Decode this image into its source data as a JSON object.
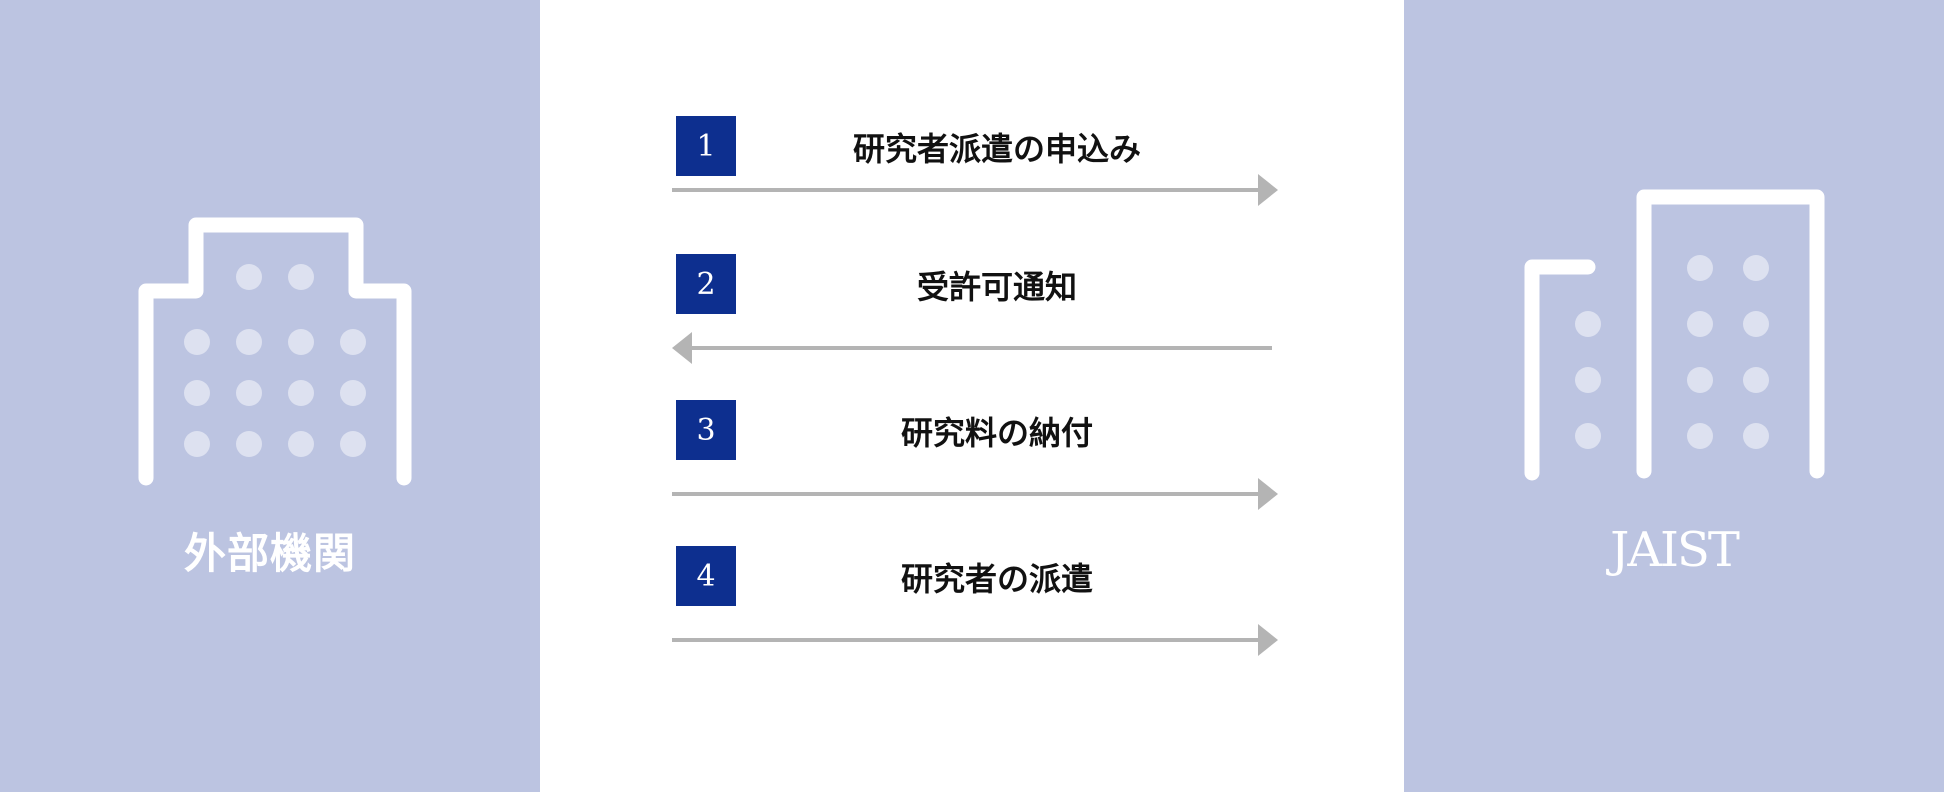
{
  "left": {
    "label": "外部機関",
    "icon": "office-building-icon"
  },
  "right": {
    "logo_text": "JAIST",
    "icon": "twin-buildings-icon"
  },
  "steps": [
    {
      "number": "1",
      "title": "研究者派遣の申込み",
      "direction": "right"
    },
    {
      "number": "2",
      "title": "受許可通知",
      "direction": "left"
    },
    {
      "number": "3",
      "title": "研究料の納付",
      "direction": "right"
    },
    {
      "number": "4",
      "title": "研究者の派遣",
      "direction": "right"
    }
  ],
  "colors": {
    "panel": "#bcc4e1",
    "badge": "#0d2f8f",
    "arrow": "#b4b4b4",
    "dot": "#dde1f0"
  }
}
